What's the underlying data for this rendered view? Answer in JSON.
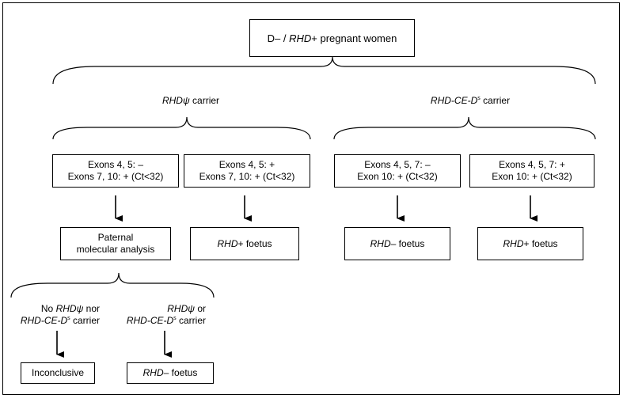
{
  "root": {
    "pre": "D– / ",
    "em": "RHD",
    "post": "+ pregnant women"
  },
  "branches": {
    "pseudogene": {
      "em": "RHDψ",
      "post": " carrier"
    },
    "hybrid": {
      "em": "RHD-CE-D",
      "sup": "s",
      "post": " carrier"
    }
  },
  "tests": [
    {
      "line1": "Exons 4, 5: –",
      "line2": "Exons 7, 10: + (Ct<32)"
    },
    {
      "line1": "Exons 4, 5: +",
      "line2": "Exons 7, 10: + (Ct<32)"
    },
    {
      "line1": "Exons 4, 5, 7: –",
      "line2": "Exon 10: + (Ct<32)"
    },
    {
      "line1": "Exons 4, 5, 7: +",
      "line2": "Exon 10: + (Ct<32)"
    }
  ],
  "outcomes": {
    "paternal": {
      "line1": "Paternal",
      "line2": "molecular analysis"
    },
    "positive_em": "RHD",
    "positive_post": "+ foetus",
    "negative_em": "RHD",
    "negative_post": "– foetus"
  },
  "paternal_results": {
    "none": {
      "line1_pre": "No ",
      "line1_em": "RHDψ",
      "line1_post": " nor",
      "line2_em": "RHD-CE-D",
      "line2_sup": "s",
      "line2_post": " carrier"
    },
    "either": {
      "line1_em": "RHDψ",
      "line1_post": " or",
      "line2_em": "RHD-CE-D",
      "line2_sup": "s",
      "line2_post": " carrier"
    }
  },
  "final": {
    "inconclusive": "Inconclusive"
  }
}
